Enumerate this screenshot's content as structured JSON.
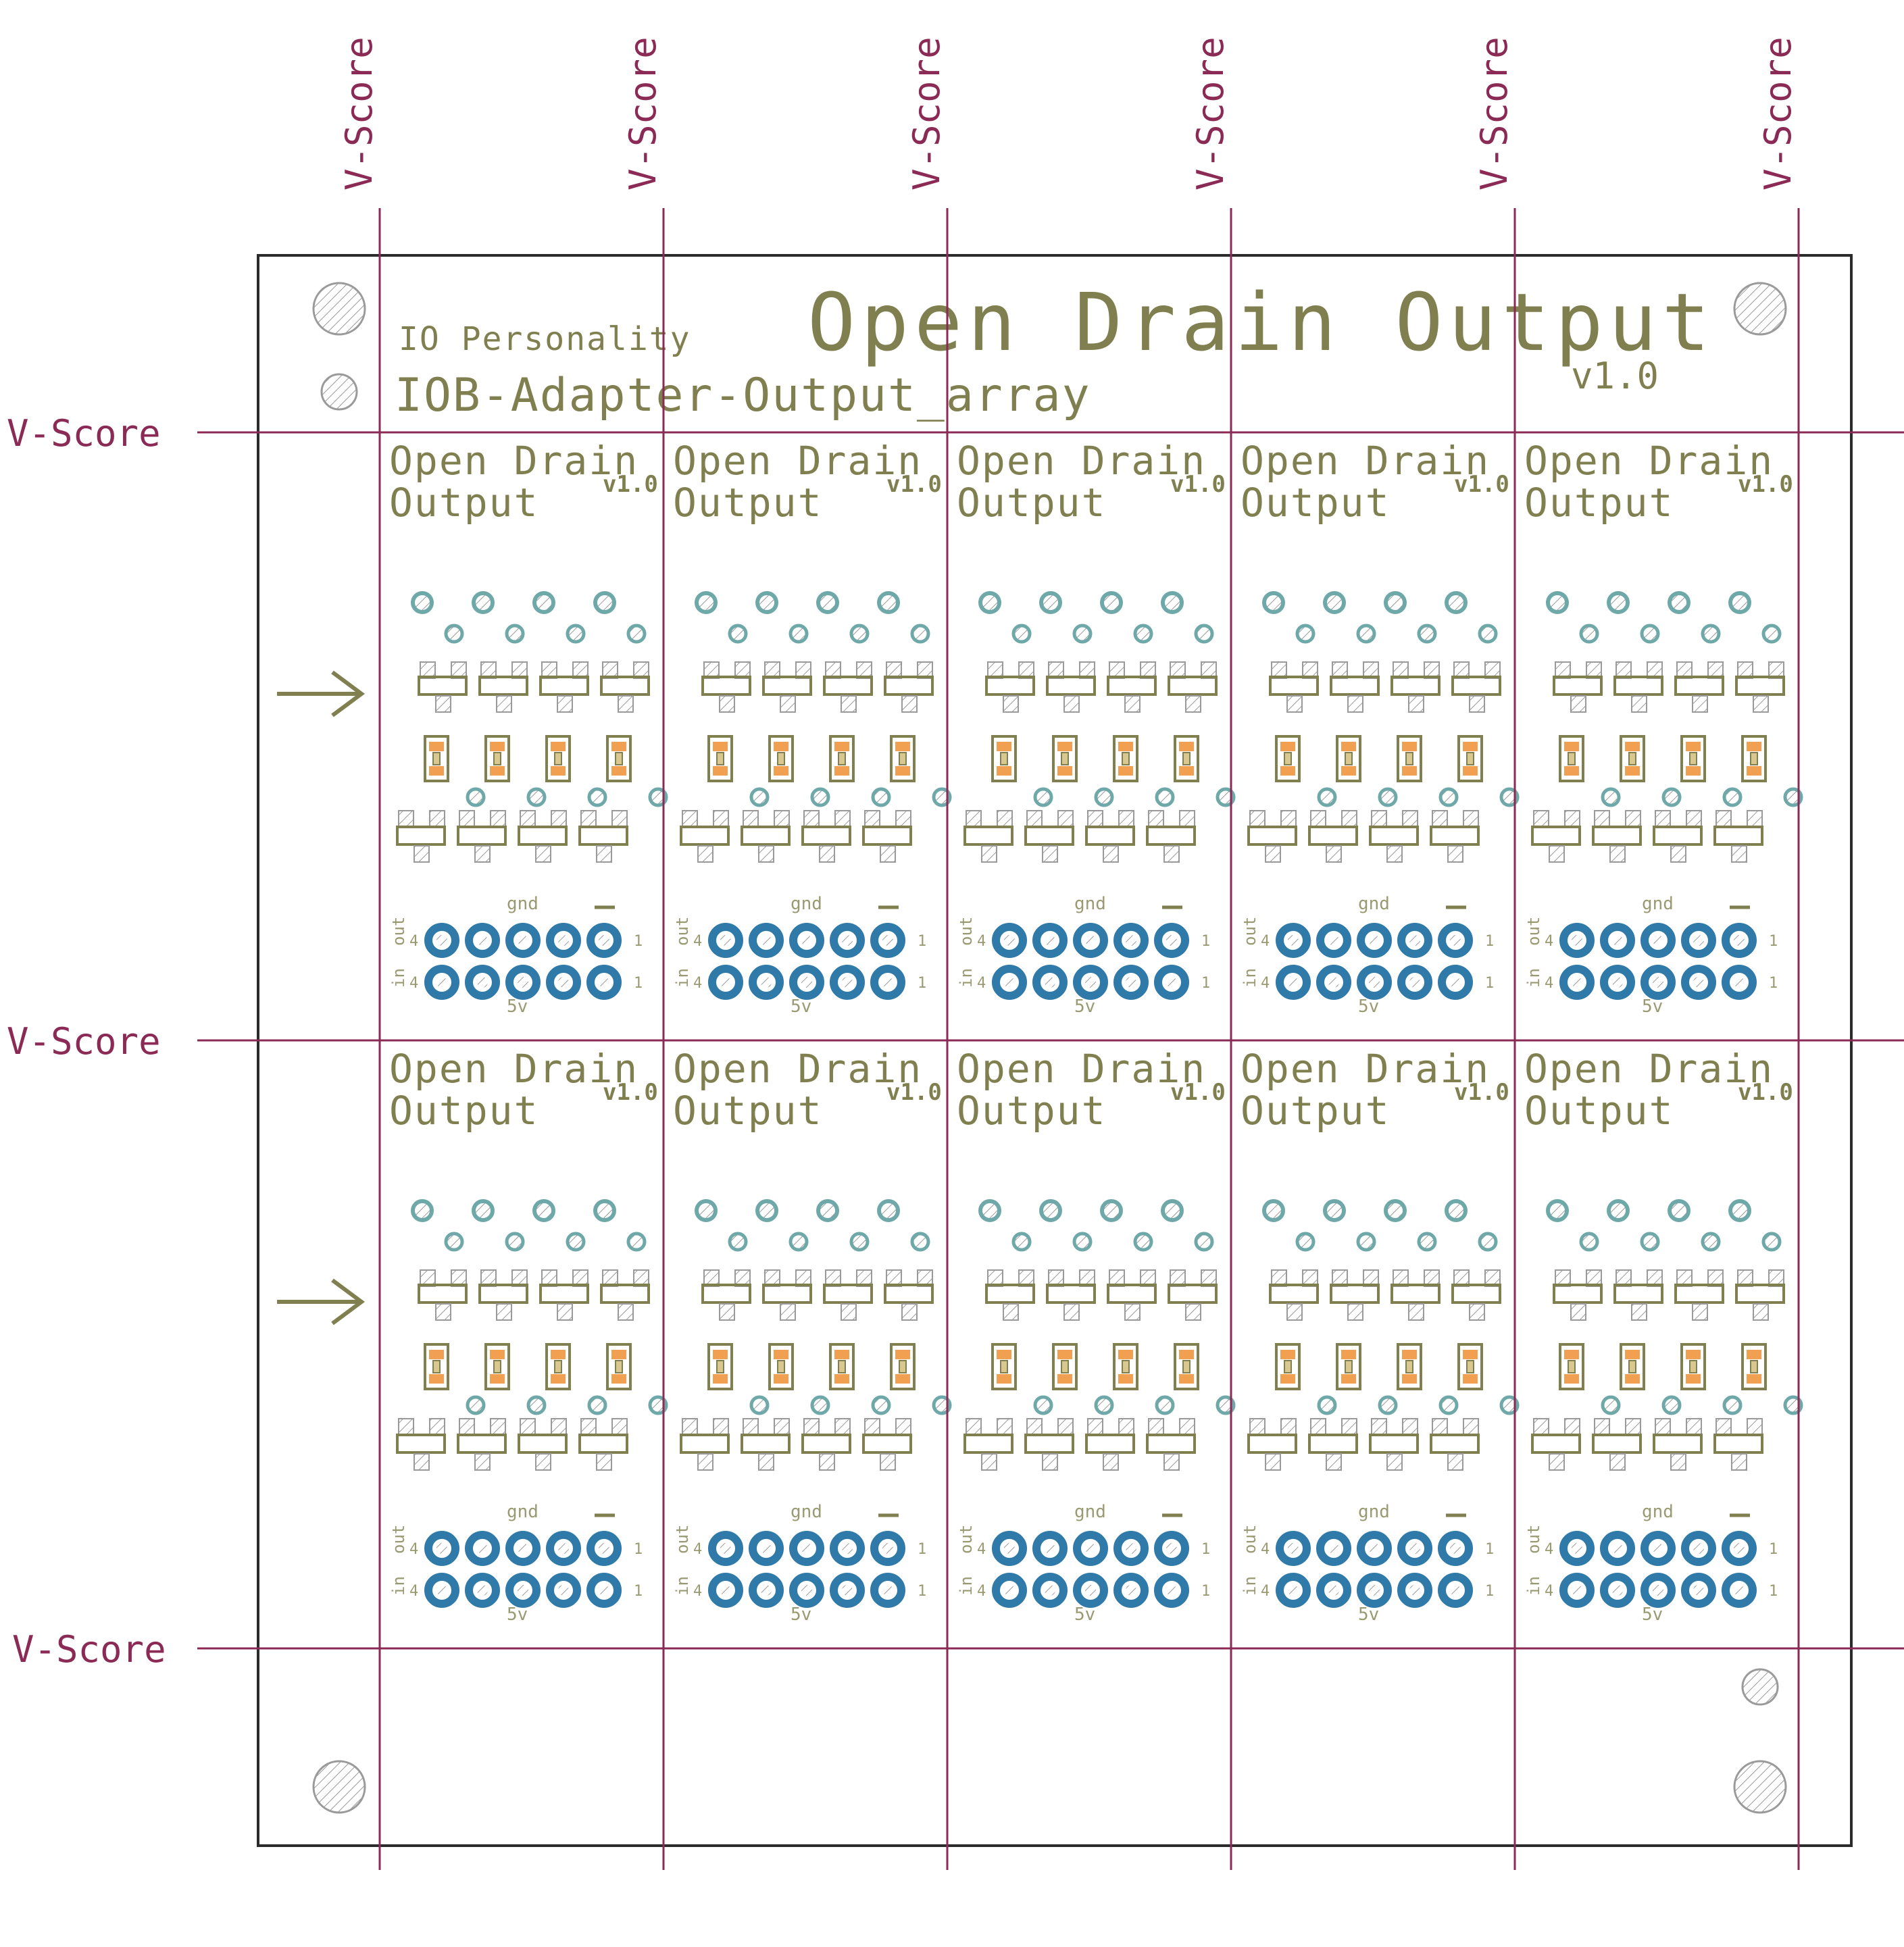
{
  "panel": {
    "title": "Open Drain Output",
    "version": "v1.0",
    "subtitle": "IO Personality",
    "name": "IOB-Adapter-Output_array"
  },
  "vscore_label": "V-Score",
  "vscore_columns": 6,
  "vscore_rows": 3,
  "board": {
    "columns": 5,
    "rows": 2,
    "title_line1": "Open Drain",
    "title_line2": "Output",
    "version": "v1.0",
    "header_labels": {
      "gnd": "gnd",
      "v5": "5v",
      "out": "out",
      "in": "in",
      "pin_left": "4",
      "pin_right": "1"
    }
  },
  "colors": {
    "silkscreen": "#7f7f4f",
    "vscore": "#8a2a55",
    "outline": "#2b2b2b",
    "pad_blue": "#2f7aa8",
    "via": "#6fa8a8",
    "resistor": "#f0a050",
    "hatch": "#9a9a9a"
  }
}
